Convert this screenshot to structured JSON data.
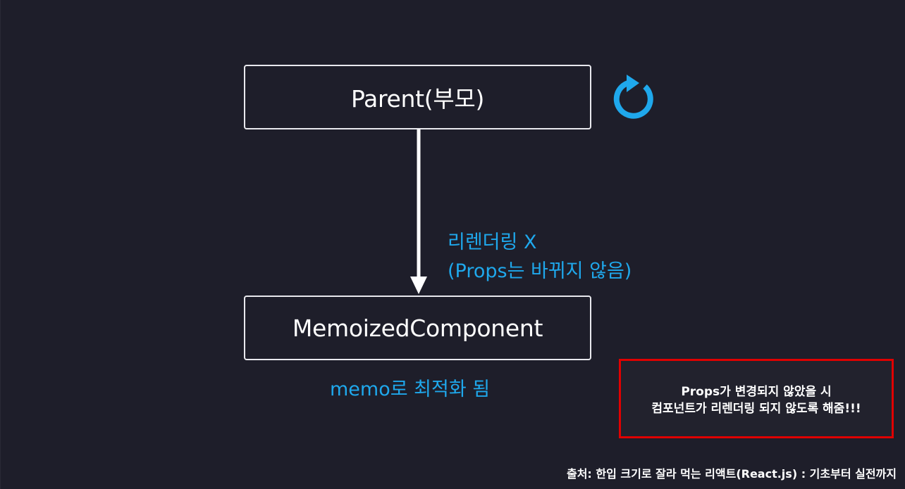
{
  "diagram": {
    "parent_label": "Parent(부모)",
    "child_label": "MemoizedComponent",
    "edge_note_line1": "리렌더링 X",
    "edge_note_line2": "(Props는 바뀌지 않음)",
    "memo_caption": "memo로 최적화 됨",
    "icons": {
      "refresh": "refresh-icon",
      "arrow": "arrow-down"
    }
  },
  "callout": {
    "line1": "Props가 변경되지 않았을 시",
    "line2": "컴포넌트가 리렌더링 되지 않도록 해줌!!!"
  },
  "source_credit": "출처: 한입 크기로 잘라 먹는 리액트(React.js) : 기초부터 실전까지",
  "colors": {
    "background": "#1e1e2a",
    "accent_blue": "#1fa8ec",
    "callout_border": "#e00000",
    "box_border": "#e9e9ee"
  }
}
